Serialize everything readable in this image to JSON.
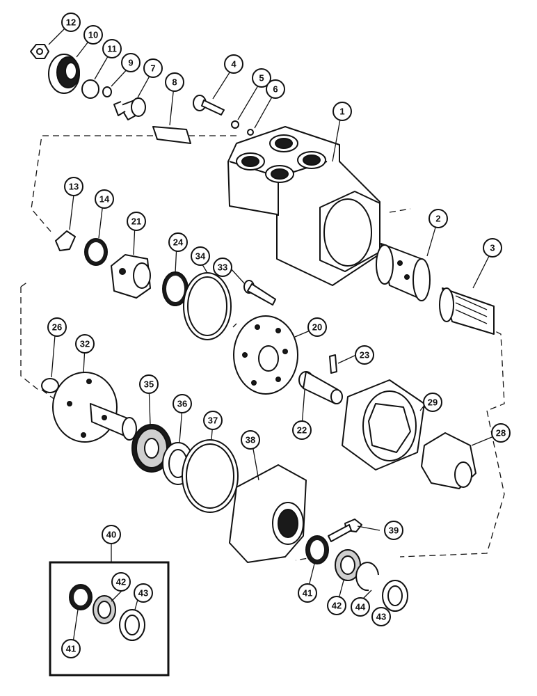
{
  "callouts": {
    "c1": "1",
    "c2": "2",
    "c3": "3",
    "c4": "4",
    "c5": "5",
    "c6": "6",
    "c7": "7",
    "c8": "8",
    "c9": "9",
    "c10": "10",
    "c11": "11",
    "c12": "12",
    "c13": "13",
    "c14": "14",
    "c20": "20",
    "c21": "21",
    "c22": "22",
    "c23": "23",
    "c24": "24",
    "c26": "26",
    "c28": "28",
    "c29": "29",
    "c32": "32",
    "c33": "33",
    "c34": "34",
    "c35": "35",
    "c36": "36",
    "c37": "37",
    "c38": "38",
    "c39": "39",
    "c40": "40",
    "c41": "41",
    "c42": "42",
    "c43": "43",
    "c44": "44",
    "kit41": "41",
    "kit42": "42",
    "kit43": "43"
  }
}
